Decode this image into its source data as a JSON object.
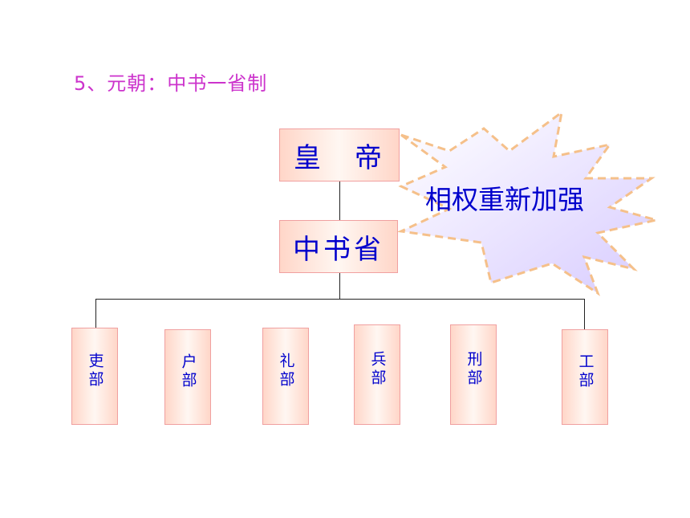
{
  "heading": "5、元朝：中书一省制",
  "emperor": "皇　帝",
  "secretariat": "中书省",
  "callout": "相权重新加强",
  "departments": [
    "吏部",
    "户部",
    "礼部",
    "兵部",
    "刑部",
    "工部"
  ],
  "colors": {
    "heading": "#cc33cc",
    "box_text": "#0000cc",
    "box_border": "#f0a0a0",
    "burst_fill": "#e6e0ff",
    "burst_stroke": "#f5c08a"
  }
}
